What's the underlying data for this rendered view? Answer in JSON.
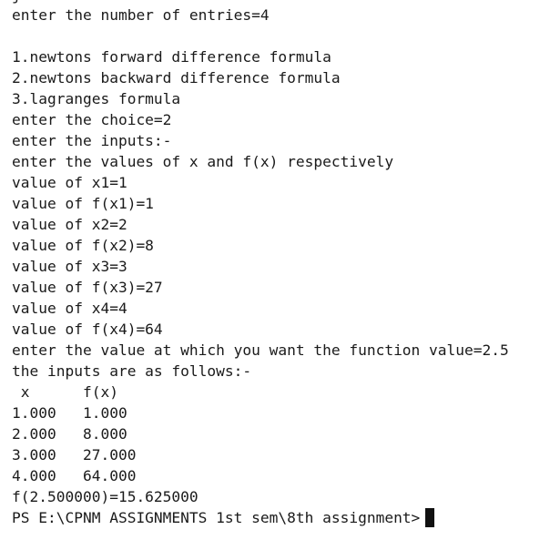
{
  "terminal": {
    "top_partial": "j",
    "lines": [
      "enter the number of entries=4",
      "",
      "1.newtons forward difference formula",
      "2.newtons backward difference formula",
      "3.lagranges formula",
      "enter the choice=2",
      "enter the inputs:-",
      "enter the values of x and f(x) respectively",
      "value of x1=1",
      "value of f(x1)=1",
      "value of x2=2",
      "value of f(x2)=8",
      "value of x3=3",
      "value of f(x3)=27",
      "value of x4=4",
      "value of f(x4)=64",
      "enter the value at which you want the function value=2.5",
      "the inputs are as follows:-",
      " x      f(x)",
      "1.000   1.000",
      "2.000   8.000",
      "3.000   27.000",
      "4.000   64.000",
      "f(2.500000)=15.625000"
    ],
    "prompt": "PS E:\\CPNM ASSIGNMENTS 1st sem\\8th assignment>"
  }
}
